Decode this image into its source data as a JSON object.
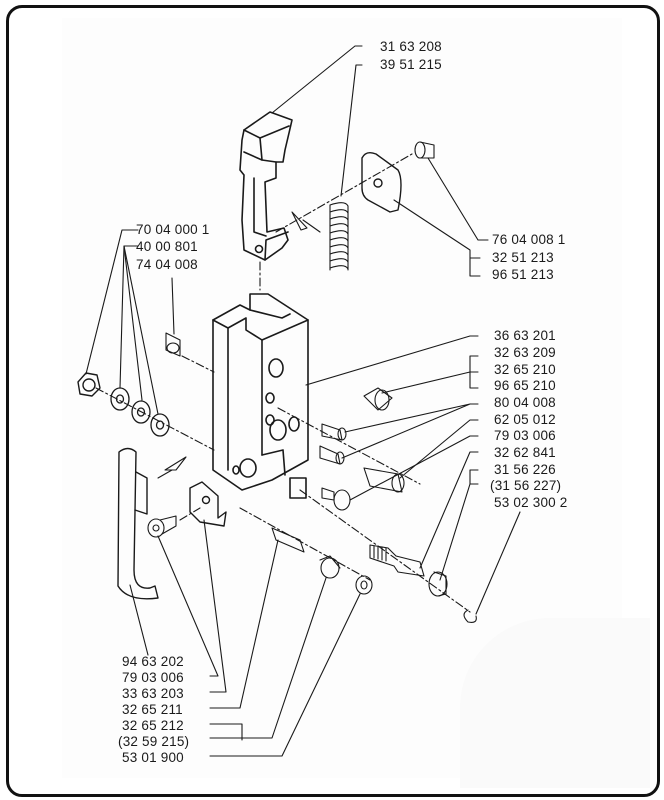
{
  "diagram": {
    "type": "exploded-parts-view",
    "labels": {
      "top": [
        {
          "id": "p1",
          "text": "31 63 208"
        },
        {
          "id": "p2",
          "text": "39 51 215"
        }
      ],
      "upper_right": [
        {
          "id": "p3",
          "text": "76 04 008 1"
        },
        {
          "id": "p4",
          "text": "32 51 213"
        },
        {
          "id": "p5",
          "text": "96 51 213"
        }
      ],
      "upper_left": [
        {
          "id": "p6",
          "text": "70 04 000 1"
        },
        {
          "id": "p7",
          "text": "40 00 801"
        },
        {
          "id": "p8",
          "text": "74 04 008"
        }
      ],
      "right": [
        {
          "id": "p9",
          "text": "36 63 201"
        },
        {
          "id": "p10",
          "text": "32 63 209"
        },
        {
          "id": "p11",
          "text": "32 65 210"
        },
        {
          "id": "p12",
          "text": "96 65 210"
        },
        {
          "id": "p13",
          "text": "80 04 008"
        },
        {
          "id": "p14",
          "text": "62 05 012"
        },
        {
          "id": "p15",
          "text": "79 03 006"
        },
        {
          "id": "p16",
          "text": "32 62 841"
        },
        {
          "id": "p17",
          "text": "31 56 226"
        },
        {
          "id": "p18",
          "text": "(31 56 227)"
        },
        {
          "id": "p19",
          "text": "53 02 300 2"
        }
      ],
      "bottom_left": [
        {
          "id": "p20",
          "text": "94 63 202"
        },
        {
          "id": "p21",
          "text": "79 03 006"
        },
        {
          "id": "p22",
          "text": "33 63 203"
        },
        {
          "id": "p23",
          "text": "32 65 211"
        },
        {
          "id": "p24",
          "text": "32 65 212"
        },
        {
          "id": "p25",
          "text": "(32 59 215)"
        },
        {
          "id": "p26",
          "text": "53 01 900"
        }
      ]
    }
  }
}
